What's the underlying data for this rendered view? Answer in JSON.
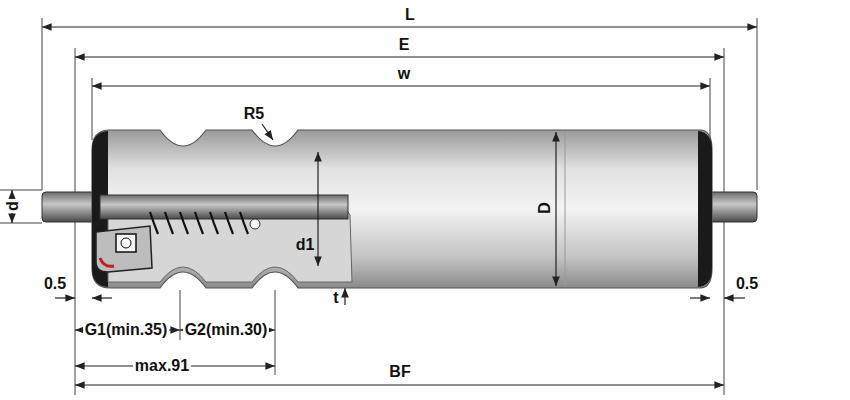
{
  "diagram": {
    "labels": [
      "L",
      "E",
      "w",
      "R5",
      "d",
      "D",
      "d1",
      "t",
      "0.5",
      "0.5",
      "G1(min.35)",
      "G2(min.30)",
      "max.91",
      "BF"
    ]
  }
}
